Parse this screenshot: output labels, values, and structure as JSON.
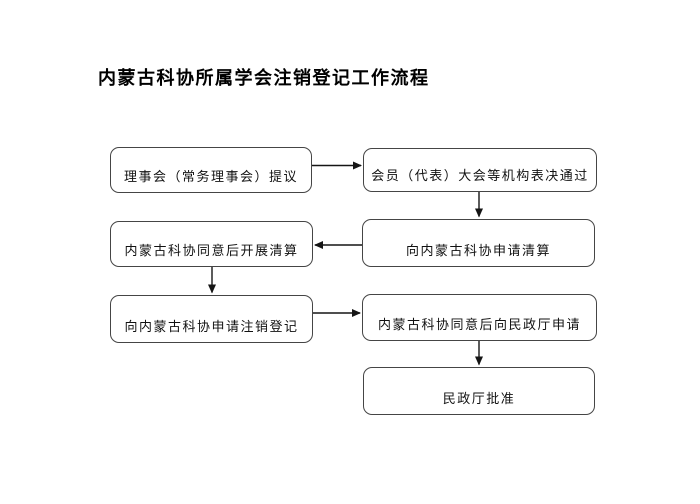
{
  "title": "内蒙古科协所属学会注销登记工作流程",
  "flowchart": {
    "type": "flowchart",
    "nodes": [
      {
        "id": 0,
        "label": "理事会（常务理事会）提议"
      },
      {
        "id": 1,
        "label": "会员（代表）大会等机构表决通过"
      },
      {
        "id": 2,
        "label": "向内蒙古科协申请清算"
      },
      {
        "id": 3,
        "label": "内蒙古科协同意后开展清算"
      },
      {
        "id": 4,
        "label": "向内蒙古科协申请注销登记"
      },
      {
        "id": 5,
        "label": "内蒙古科协同意后向民政厅申请"
      },
      {
        "id": 6,
        "label": "民政厅批准"
      }
    ],
    "edges": [
      {
        "from": 0,
        "to": 1,
        "direction": "right"
      },
      {
        "from": 1,
        "to": 2,
        "direction": "down"
      },
      {
        "from": 2,
        "to": 3,
        "direction": "left"
      },
      {
        "from": 3,
        "to": 4,
        "direction": "down"
      },
      {
        "from": 4,
        "to": 5,
        "direction": "right"
      },
      {
        "from": 5,
        "to": 6,
        "direction": "down"
      }
    ],
    "colors": {
      "background": "#ffffff",
      "node_border": "#454545",
      "arrow": "#151515",
      "text": "#111111",
      "title_text": "#000000"
    }
  }
}
